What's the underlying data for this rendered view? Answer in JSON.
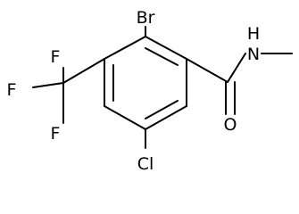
{
  "molecule": {
    "atoms": {
      "br": "Br",
      "nh": "H",
      "n": "N",
      "o": "O",
      "cl": "Cl",
      "f_top": "F",
      "f_left": "F",
      "f_bottom": "F"
    },
    "colors": {
      "bond": "#000000",
      "label": "#000000",
      "background": "#ffffff"
    }
  }
}
